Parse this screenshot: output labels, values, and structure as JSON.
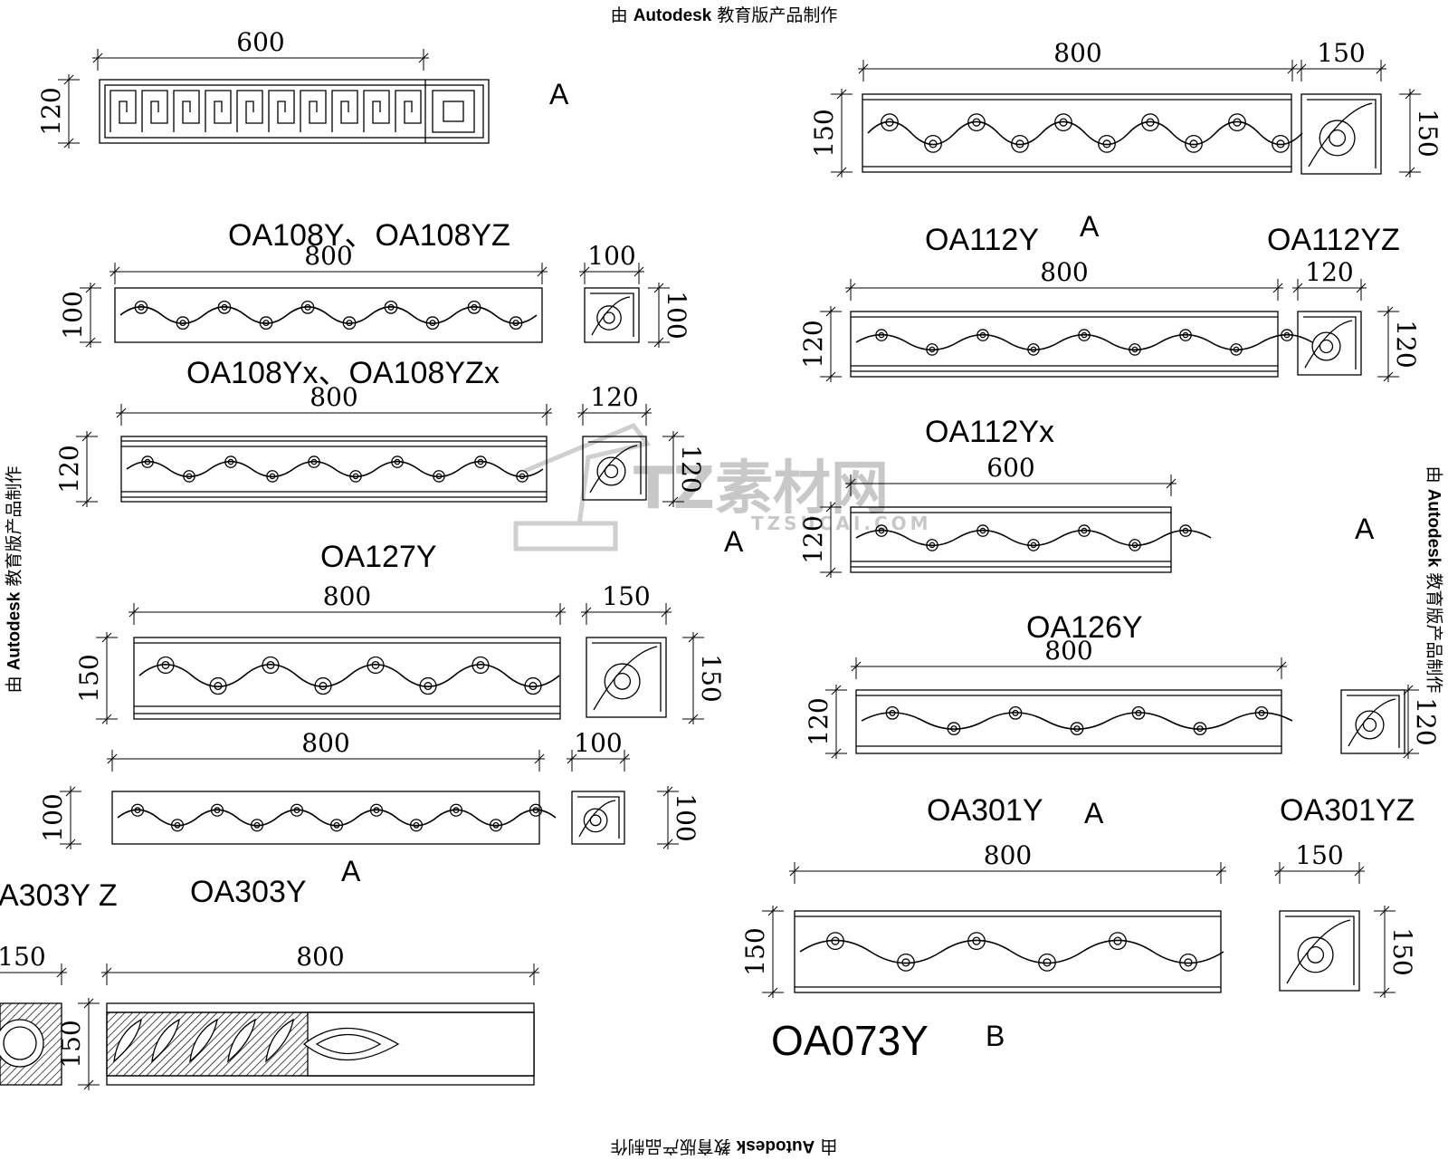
{
  "stamp": {
    "prefix": "由",
    "brand": "Autodesk",
    "suffix": "教育版产品制作"
  },
  "watermark": {
    "main": "TZ素材网",
    "sub": "TZSUCAI.COM"
  },
  "labels": {
    "oa108": "OA108Y、OA108YZ",
    "oa108x": "OA108Yx、OA108YZx",
    "oa127": "OA127Y",
    "oa303": "OA303Y",
    "oa303z": "A303Y Z",
    "oa112": "OA112Y",
    "oa112z": "OA112YZ",
    "oa112x": "OA112Yx",
    "oa126": "OA126Y",
    "oa301": "OA301Y",
    "oa301z": "OA301YZ",
    "oa073": "OA073Y"
  },
  "grades": {
    "a": "A",
    "b": "B"
  },
  "dims": {
    "d600": "600",
    "d800": "800",
    "d150": "150",
    "d120": "120",
    "d100": "100"
  },
  "drawings": [
    {
      "name": "greek-key-border",
      "len": "600",
      "height": "120",
      "grade": "A"
    },
    {
      "name": "leaf-scroll-border",
      "len": "800",
      "height": "150",
      "corner": "150",
      "grade": "A"
    },
    {
      "name": "oa108y-border",
      "len": "800",
      "height": "100",
      "corner": "100"
    },
    {
      "name": "oa108yx-border",
      "len": "800",
      "height": "120",
      "corner": "120",
      "grade": "A"
    },
    {
      "name": "oa127y-border",
      "len": "800",
      "height": "150",
      "corner": "150"
    },
    {
      "name": "oa303y-border",
      "len": "800",
      "height": "100",
      "corner": "100",
      "grade": "A"
    },
    {
      "name": "bottom-left-border",
      "len": "800",
      "height": "150",
      "corner": "150"
    },
    {
      "name": "oa112y-border",
      "len": "800",
      "height": "120",
      "corner": "120",
      "grade": "A"
    },
    {
      "name": "oa112yx-border",
      "len": "600",
      "height": "120",
      "grade": "A"
    },
    {
      "name": "oa126y-border",
      "len": "800",
      "height": "120",
      "corner": "120"
    },
    {
      "name": "oa301y-border",
      "len": "800",
      "height": "150",
      "corner": "150",
      "grade": "A"
    },
    {
      "name": "oa073y",
      "grade": "B"
    }
  ]
}
